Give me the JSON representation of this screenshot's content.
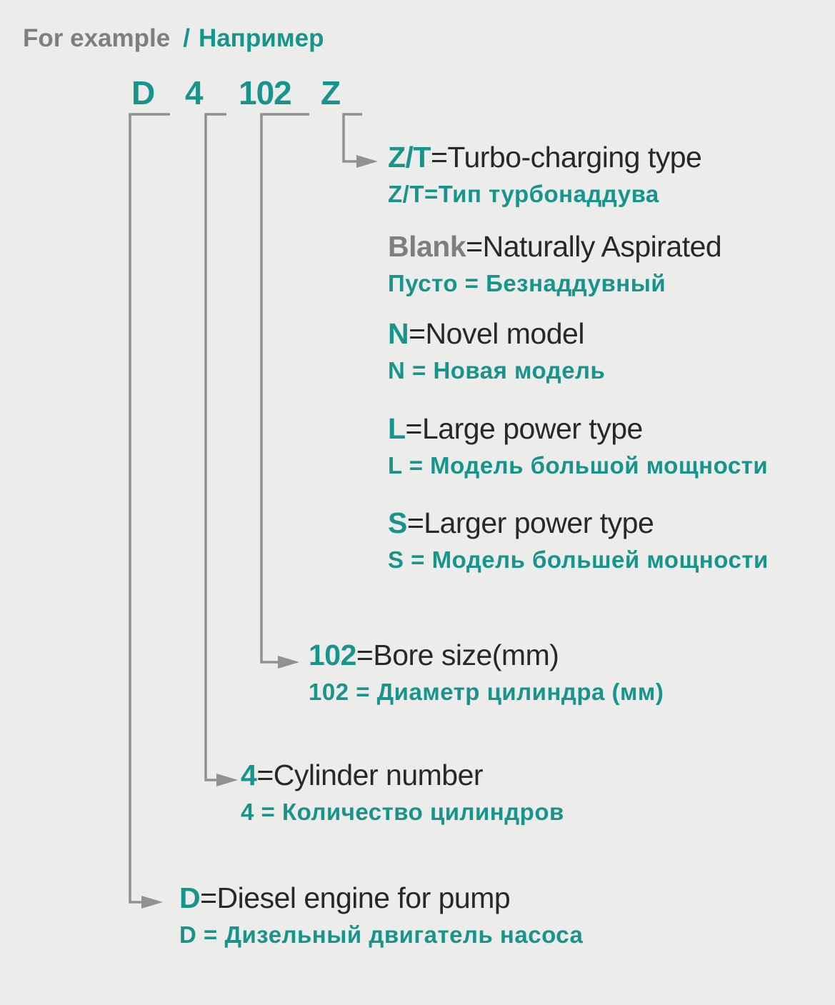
{
  "header": {
    "english": "For example",
    "separator": "/",
    "russian": "Например"
  },
  "example_code": {
    "parts": [
      "D",
      "4",
      "102",
      "Z"
    ]
  },
  "entries": [
    {
      "lead": "Z/T",
      "lead_tone": "teal",
      "english_rest": "=Turbo-charging type",
      "russian": "Z/T=Тип турбонаддува"
    },
    {
      "lead": "Blank",
      "lead_tone": "gray",
      "english_rest": "=Naturally Aspirated",
      "russian": "Пусто = Безнаддувный"
    },
    {
      "lead": "N",
      "lead_tone": "teal",
      "english_rest": "=Novel model",
      "russian": "N = Новая модель"
    },
    {
      "lead": "L",
      "lead_tone": "teal",
      "english_rest": "=Large power type",
      "russian": "L = Модель большой мощности"
    },
    {
      "lead": "S",
      "lead_tone": "teal",
      "english_rest": "=Larger power type",
      "russian": "S = Модель большей мощности"
    },
    {
      "lead": "102",
      "lead_tone": "teal",
      "english_rest": "=Bore size(mm)",
      "russian": "102 = Диаметр цилиндра (мм)"
    },
    {
      "lead": "4",
      "lead_tone": "teal",
      "english_rest": "=Cylinder number",
      "russian": "4 = Количество цилиндров"
    },
    {
      "lead": "D",
      "lead_tone": "teal",
      "english_rest": "=Diesel engine for pump",
      "russian": "D = Дизельный двигатель насоса"
    }
  ],
  "palette": {
    "background": "#ECECEB",
    "teal": "#17948C",
    "gray_text": "#7E7E7E",
    "dark_text": "#2B2627",
    "line_gray": "#8F9193"
  }
}
